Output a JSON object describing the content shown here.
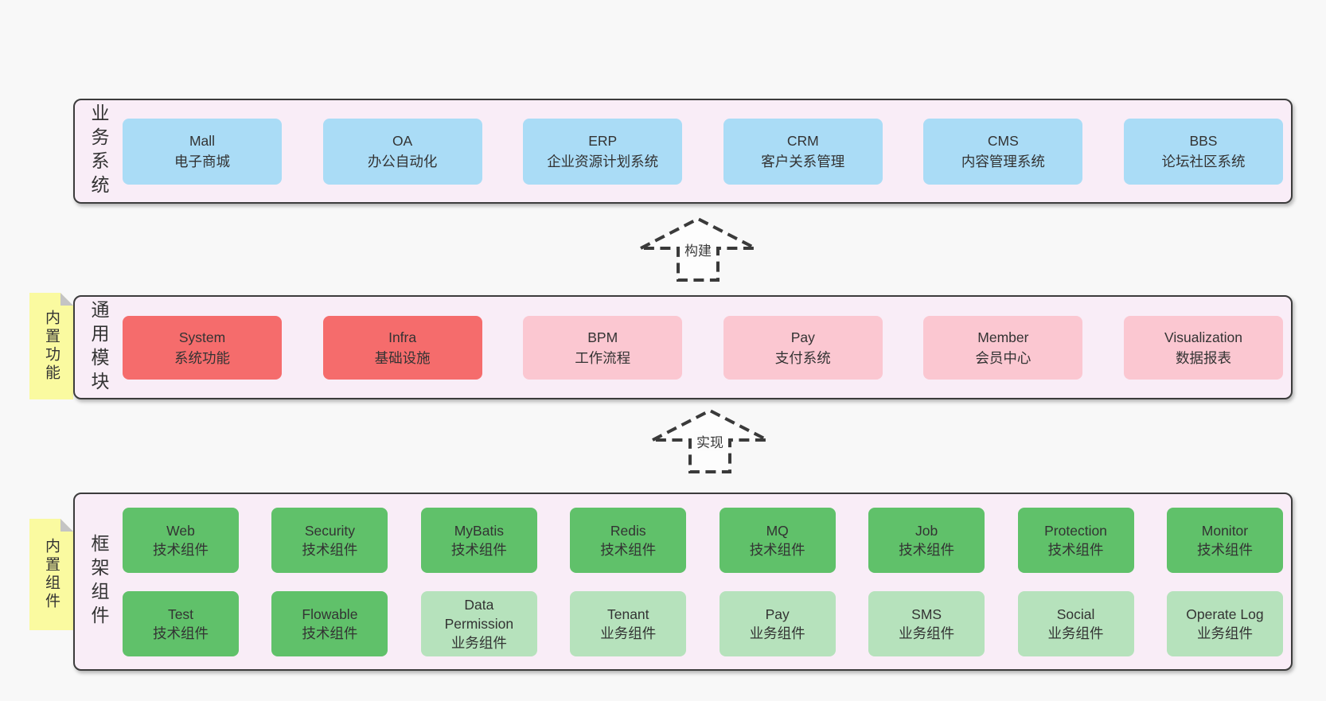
{
  "colors": {
    "page_background": "#f8f8f8",
    "band_background": "#f9edf7",
    "band_border": "#3c3c3c",
    "blue_box": "#aadcf6",
    "red_box": "#f56c6c",
    "pink_box": "#fbc7d1",
    "green_box": "#60c16a",
    "light_green_box": "#b6e2bc",
    "note_yellow": "#fafaa0",
    "note_fold_gray": "#c4c4c4",
    "text": "#333333"
  },
  "bands": [
    {
      "label": "业务系统",
      "boxes": [
        {
          "title": "Mall",
          "subtitle": "电子商城"
        },
        {
          "title": "OA",
          "subtitle": "办公自动化"
        },
        {
          "title": "ERP",
          "subtitle": "企业资源计划系统"
        },
        {
          "title": "CRM",
          "subtitle": "客户关系管理"
        },
        {
          "title": "CMS",
          "subtitle": "内容管理系统"
        },
        {
          "title": "BBS",
          "subtitle": "论坛社区系统"
        }
      ]
    },
    {
      "label": "通用模块",
      "boxes": [
        {
          "title": "System",
          "subtitle": "系统功能"
        },
        {
          "title": "Infra",
          "subtitle": "基础设施"
        },
        {
          "title": "BPM",
          "subtitle": "工作流程"
        },
        {
          "title": "Pay",
          "subtitle": "支付系统"
        },
        {
          "title": "Member",
          "subtitle": "会员中心"
        },
        {
          "title": "Visualization",
          "subtitle": "数据报表"
        }
      ]
    },
    {
      "label": "框架组件",
      "rows": [
        [
          {
            "title": "Web",
            "subtitle": "技术组件"
          },
          {
            "title": "Security",
            "subtitle": "技术组件"
          },
          {
            "title": "MyBatis",
            "subtitle": "技术组件"
          },
          {
            "title": "Redis",
            "subtitle": "技术组件"
          },
          {
            "title": "MQ",
            "subtitle": "技术组件"
          },
          {
            "title": "Job",
            "subtitle": "技术组件"
          },
          {
            "title": "Protection",
            "subtitle": "技术组件"
          },
          {
            "title": "Monitor",
            "subtitle": "技术组件"
          }
        ],
        [
          {
            "title": "Test",
            "subtitle": "技术组件"
          },
          {
            "title": "Flowable",
            "subtitle": "技术组件"
          },
          {
            "title": "Data\nPermission",
            "subtitle": "业务组件"
          },
          {
            "title": "Tenant",
            "subtitle": "业务组件"
          },
          {
            "title": "Pay",
            "subtitle": "业务组件"
          },
          {
            "title": "SMS",
            "subtitle": "业务组件"
          },
          {
            "title": "Social",
            "subtitle": "业务组件"
          },
          {
            "title": "Operate Log",
            "subtitle": "业务组件"
          }
        ]
      ]
    }
  ],
  "notes": [
    {
      "text": "内置功能"
    },
    {
      "text": "内置组件"
    }
  ],
  "arrows": [
    {
      "label": "构建"
    },
    {
      "label": "实现"
    }
  ]
}
